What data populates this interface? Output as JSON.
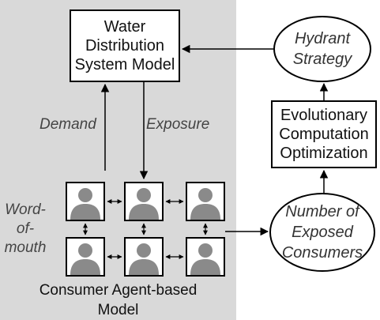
{
  "water_model": {
    "lines": [
      "Water",
      "Distribution",
      "System Model"
    ]
  },
  "hydrant": {
    "lines": [
      "Hydrant",
      "Strategy"
    ]
  },
  "evolutionary": {
    "lines": [
      "Evolutionary",
      "Computation",
      "Optimization"
    ]
  },
  "exposed": {
    "lines": [
      "Number of",
      "Exposed",
      "Consumers"
    ]
  },
  "labels": {
    "demand": "Demand",
    "exposure": "Exposure",
    "word_of_mouth": [
      "Word-",
      "of-",
      "mouth"
    ]
  },
  "caption": {
    "lines": [
      "Consumer Agent-based",
      "Model"
    ]
  },
  "agent_grid": {
    "rows": 2,
    "cols": 3
  },
  "colors": {
    "panel": "#d9d9d9",
    "agent_icon": "#8a8a8a",
    "stroke": "#000000"
  }
}
